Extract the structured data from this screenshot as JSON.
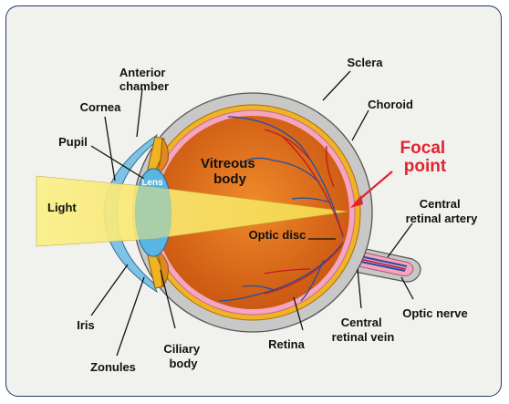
{
  "colors": {
    "frame_border": "#1f3a6b",
    "background": "#f1f2ee",
    "sclera": "#c8c8c8",
    "choroid": "#f0b323",
    "retina": "#f4a6c0",
    "vitreous": "#e0781d",
    "cornea": "#7ec3e6",
    "lens": "#58b6e2",
    "light_beam": "#fbf08a",
    "vessels_blue": "#1f4fa8",
    "vessels_red": "#c01a20",
    "focal_label": "#e3232d"
  },
  "labels": {
    "anterior_chamber": [
      "Anterior",
      "chamber"
    ],
    "cornea": "Cornea",
    "pupil": "Pupil",
    "light": "Light",
    "lens": "Lens",
    "vitreous_body": [
      "Vitreous",
      "body"
    ],
    "sclera": "Sclera",
    "choroid": "Choroid",
    "focal_point": [
      "Focal",
      "point"
    ],
    "central_retinal_artery": [
      "Central",
      "retinal artery"
    ],
    "optic_disc": "Optic disc",
    "optic_nerve": "Optic nerve",
    "central_retinal_vein": [
      "Central",
      "retinal vein"
    ],
    "retina": "Retina",
    "iris": "Iris",
    "zonules": "Zonules",
    "ciliary_body": [
      "Ciliary",
      "body"
    ]
  }
}
